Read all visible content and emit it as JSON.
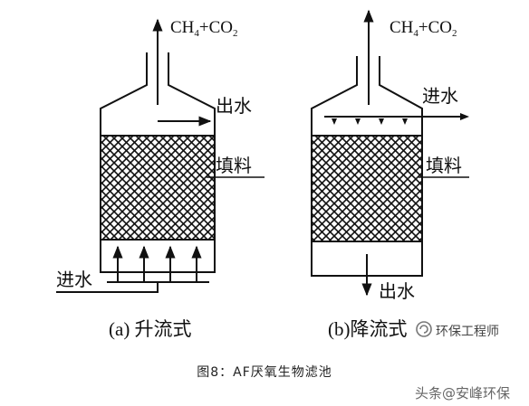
{
  "diagram_a": {
    "gas_main": "CH",
    "gas_sub1": "4",
    "gas_mid": "+CO",
    "gas_sub2": "2",
    "outlet_label": "出水",
    "packing_label": "填料",
    "inlet_label": "进水",
    "caption": "(a) 升流式"
  },
  "diagram_b": {
    "gas_main": "CH",
    "gas_sub1": "4",
    "gas_mid": "+CO",
    "gas_sub2": "2",
    "inlet_label": "进水",
    "packing_label": "填料",
    "outlet_label": "出水",
    "caption": "(b)降流式"
  },
  "figure_caption": "图8：AF厌氧生物滤池",
  "watermark": {
    "brand": "环保工程师",
    "credit": "头条@安峰环保"
  }
}
